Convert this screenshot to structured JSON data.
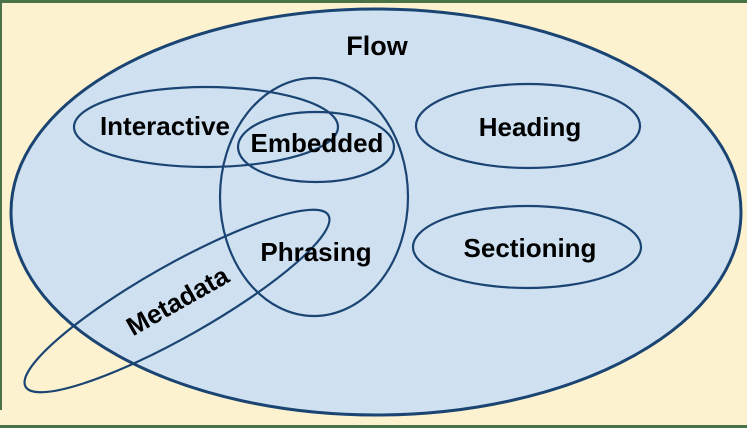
{
  "diagram": {
    "labels": {
      "flow": "Flow",
      "interactive": "Interactive",
      "embedded": "Embedded",
      "phrasing": "Phrasing",
      "heading": "Heading",
      "sectioning": "Sectioning",
      "metadata": "Metadata"
    },
    "colors": {
      "canvas_background": "#fdf2d0",
      "frame_border": "#4a7247",
      "set_fill": "#cfe0f1",
      "set_stroke": "#1a4472",
      "label_text": "#000000"
    }
  }
}
